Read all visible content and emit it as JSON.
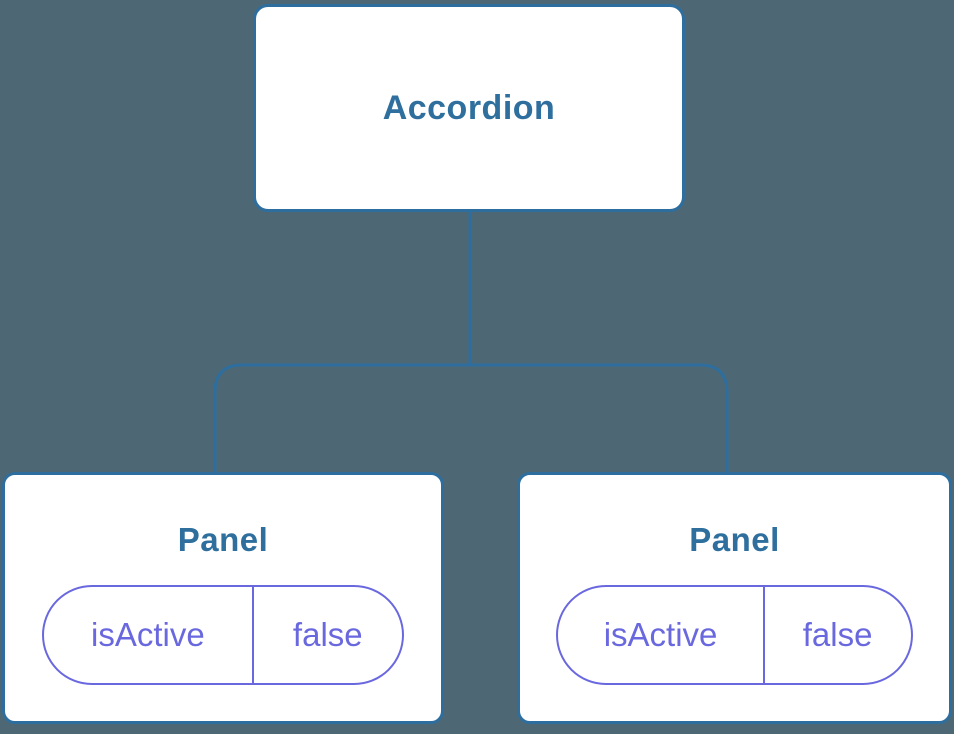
{
  "colors": {
    "background": "#4d6874",
    "node_fill": "#ffffff",
    "node_border": "#2e6e9e",
    "connector_line": "#2e6e9e",
    "heading_text": "#2e6f9e",
    "state_accent": "#6a68de"
  },
  "tree": {
    "root": {
      "label": "Accordion"
    },
    "children": [
      {
        "label": "Panel",
        "state": {
          "key": "isActive",
          "value": "false"
        }
      },
      {
        "label": "Panel",
        "state": {
          "key": "isActive",
          "value": "false"
        }
      }
    ]
  }
}
